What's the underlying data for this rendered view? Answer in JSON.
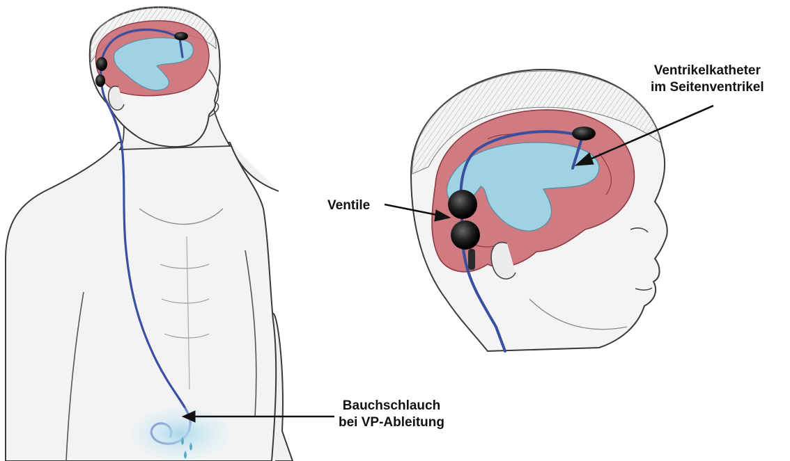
{
  "labels": {
    "ventricular_catheter": {
      "line1": "Ventrikelkatheter",
      "line2": "im Seitenventrikel"
    },
    "valves": "Ventile",
    "abdominal_tube": {
      "line1": "Bauchschlauch",
      "line2": "bei VP-Ableitung"
    }
  },
  "colors": {
    "brain": "#c9646c",
    "ventricle": "#9fd3e3",
    "catheter": "#3a4fa0",
    "valve": "#2a2a2a",
    "skin_outline": "#3a3a3a",
    "hair": "#9a9a9a",
    "abdomen_fluid": "#bfe3f0"
  }
}
